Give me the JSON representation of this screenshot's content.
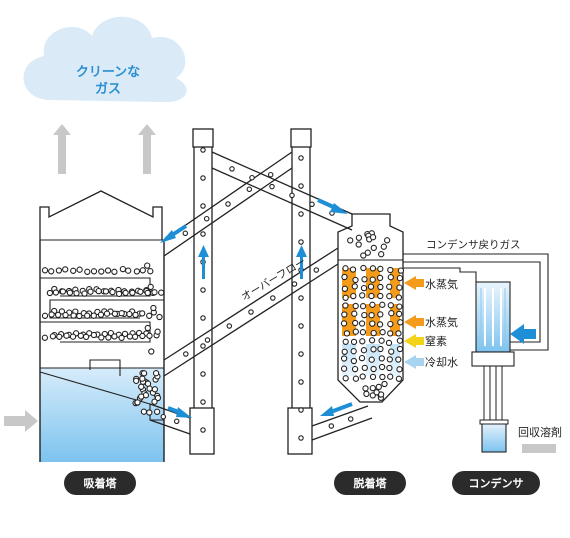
{
  "cloud": {
    "line1": "クリーンな",
    "line2": "ガス"
  },
  "labels": {
    "overflow": "オーバーフロー",
    "condenser_return": "コンデンサ戻りガス",
    "steam1": "水蒸気",
    "steam2": "水蒸気",
    "nitrogen": "窒素",
    "cooling_water": "冷却水",
    "recovered_solvent": "回収溶剤"
  },
  "captions": {
    "absorber": "吸着塔",
    "desorber": "脱着塔",
    "condenser": "コンデンサ"
  },
  "colors": {
    "cloud": "#dbeaf7",
    "cloud_text": "#2a8fd0",
    "blue_arrow": "#1e8fd6",
    "orange": "#f49b1c",
    "yellow": "#f5d21a",
    "light_blue": "#a9d4f1",
    "gray_arrow": "#c8c8c8",
    "caption_bg": "#2b2b2b"
  }
}
